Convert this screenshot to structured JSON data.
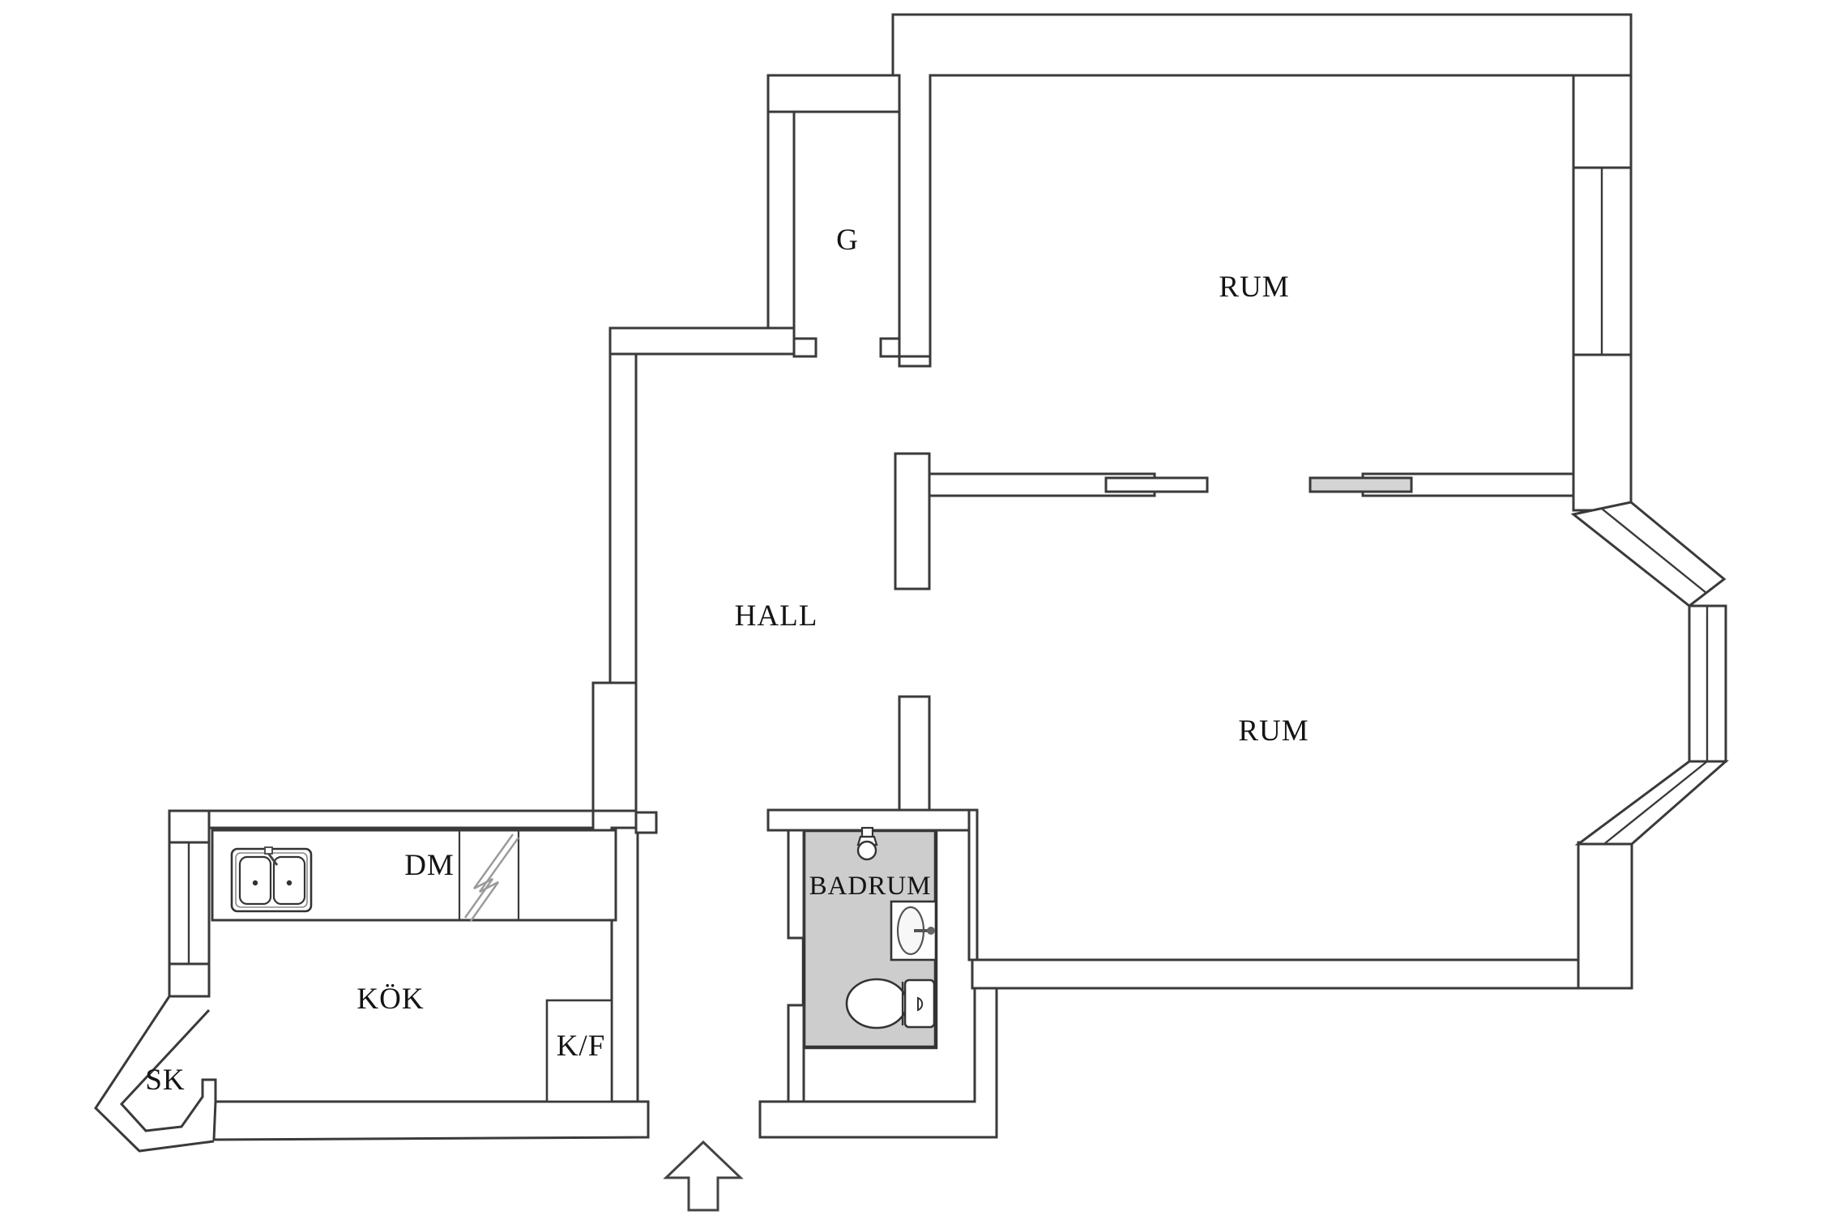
{
  "plan": {
    "type": "apartment-floor-plan",
    "rooms": {
      "closet_g": {
        "label": "G"
      },
      "room_top": {
        "label": "RUM"
      },
      "hall": {
        "label": "HALL"
      },
      "room_bottom": {
        "label": "RUM"
      },
      "bathroom": {
        "label": "BADRUM"
      },
      "kitchen": {
        "label": "KÖK"
      },
      "dishwasher": {
        "label": "DM"
      },
      "fridge_freezer": {
        "label": "K/F"
      },
      "closet_sk": {
        "label": "SK"
      }
    },
    "fixtures": [
      "double-sink-icon",
      "dishwasher-zigzag-icon",
      "ceiling-lamp-icon",
      "washbasin-icon",
      "toilet-icon",
      "entrance-arrow-icon",
      "sliding-door-leaves",
      "windows"
    ],
    "colors": {
      "wall_line": "#3a3a3a",
      "bathroom_fill": "#cdcdcd",
      "background": "#ffffff",
      "door_leaf_fill": "#d4d4d4",
      "zigzag_line": "#9a9a9a"
    }
  }
}
